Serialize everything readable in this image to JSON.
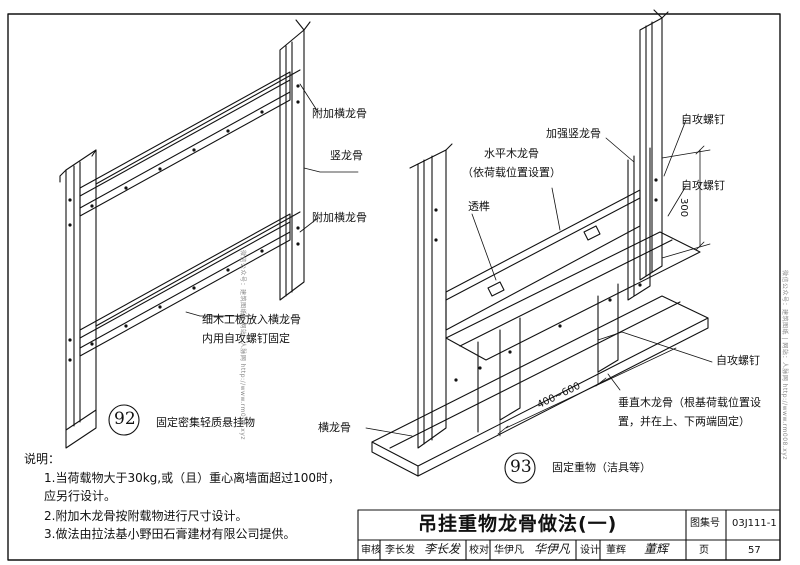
{
  "drawing_92": {
    "label_attach_keel_top": "附加横龙骨",
    "label_vertical_keel": "竖龙骨",
    "label_attach_keel_bottom": "附加横龙骨",
    "label_board_line1": "细木工板放入横龙骨",
    "label_board_line2": "内用自攻螺钉固定",
    "number": "92",
    "caption": "固定密集轻质悬挂物"
  },
  "drawing_93": {
    "label_reinforce_keel": "加强竖龙骨",
    "label_screw_1": "自攻螺钉",
    "label_wood_keel_line1": "水平木龙骨",
    "label_wood_keel_line2": "（依荷载位置设置）",
    "label_screw_2": "自攻螺钉",
    "label_dim_300": "300",
    "label_tenon": "透榫",
    "label_screw_3": "自攻螺钉",
    "label_vertical_wood_line1": "垂直木龙骨（根基荷载位置设",
    "label_vertical_wood_line2": "置，并在上、下两端固定）",
    "label_dim_400_600": "400~600",
    "label_horizontal_keel": "横龙骨",
    "number": "93",
    "caption": "固定重物（洁具等）"
  },
  "notes": {
    "heading": "说明：",
    "items": [
      "1.当荷载物大于30kg,或（且）重心离墙面超过100时，",
      "   应另行设计。",
      "2.附加木龙骨按附载物进行尺寸设计。",
      "3.做法由拉法基小野田石膏建材有限公司提供。"
    ]
  },
  "title_block": {
    "title": "吊挂重物龙骨做法(一)",
    "atlas_label": "图集号",
    "atlas_no": "03J111-1",
    "review_label": "审核",
    "reviewer": "李长发",
    "reviewer_sign": "李长发",
    "check_label": "校对",
    "checker": "华伊凡",
    "checker_sign": "华伊凡",
    "design_label": "设计",
    "designer": "董辉",
    "designer_sign": "董辉",
    "page_label": "页",
    "page_no": "57"
  },
  "watermarks": {
    "center": "微信公众号：建筑图纸 | 网站：人脉网 http://www.rm008.xyz",
    "right": "微信公众号：建筑图纸 | 网站：人脉网 http://www.rm008.xyz"
  },
  "colors": {
    "ink": "#111111",
    "paper": "#ffffff",
    "watermark": "#8a8a8a"
  }
}
